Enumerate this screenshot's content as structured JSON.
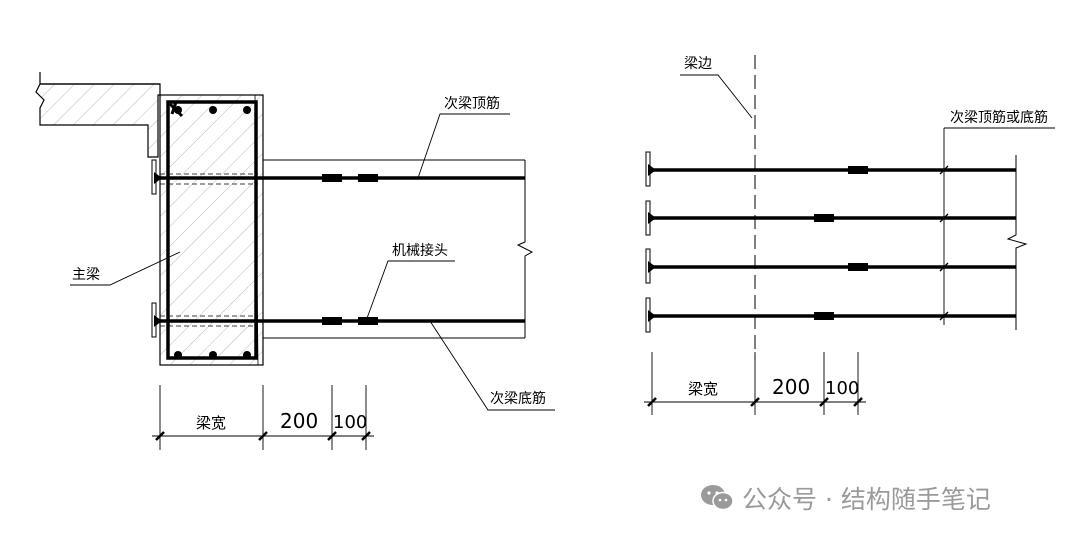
{
  "labels": {
    "main_beam": "主梁",
    "secondary_top_bar": "次梁顶筋",
    "mechanical_joint": "机械接头",
    "secondary_bottom_bar": "次梁底筋",
    "beam_edge": "梁边",
    "secondary_top_or_bottom": "次梁顶筋或底筋"
  },
  "dimensions": {
    "left": {
      "beam_width": "梁宽",
      "d200": "200",
      "d100": "100"
    },
    "right": {
      "beam_width": "梁宽",
      "d200": "200",
      "d100": "100"
    }
  },
  "watermark": {
    "text": "公众号 · 结构随手笔记",
    "icon": "wechat-icon"
  },
  "colors": {
    "ink": "#000000",
    "watermark": "#9a9a9a"
  }
}
